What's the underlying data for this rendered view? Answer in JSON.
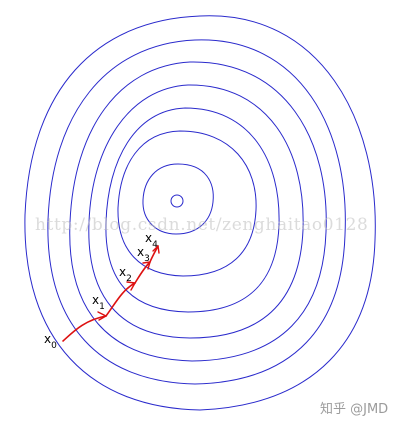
{
  "iterates": [
    {
      "base": "x",
      "sub": "0"
    },
    {
      "base": "x",
      "sub": "1"
    },
    {
      "base": "x",
      "sub": "2"
    },
    {
      "base": "x",
      "sub": "3"
    },
    {
      "base": "x",
      "sub": "4"
    }
  ],
  "watermarks": {
    "url": "http://blog.csdn.net/zenghaitao0128",
    "zhihu": "知乎 @JMD"
  },
  "colors": {
    "contour": "#2a2acc",
    "path": "#dd1111",
    "background": "#ffffff"
  }
}
